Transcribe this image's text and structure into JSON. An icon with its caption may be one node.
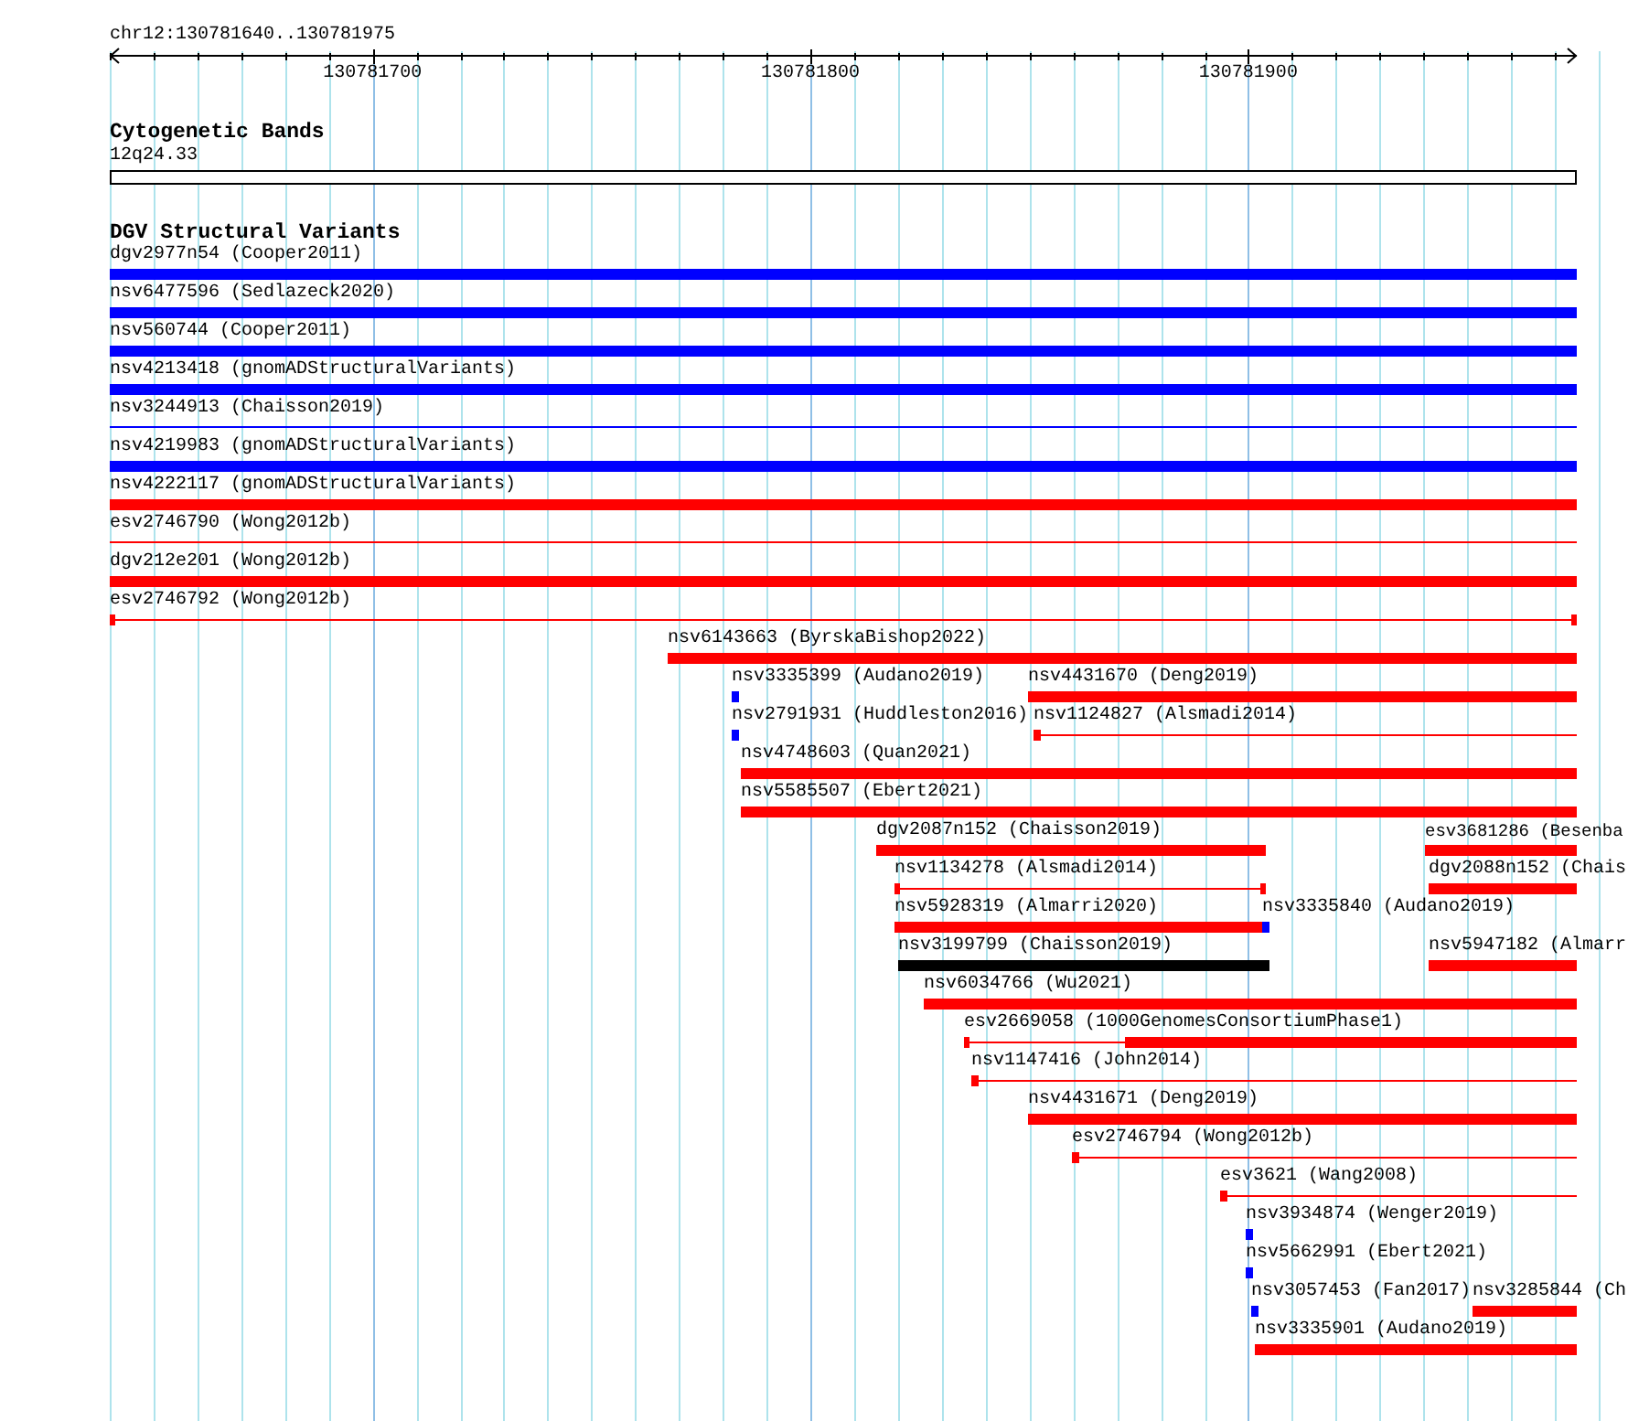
{
  "diagram": {
    "nodes": [
      {
        "text": [
          "12q24.33"
        ]
      },
      {
        "text": [
          "dgv2977n54 (Cooper2011)"
        ]
      },
      {
        "text": [
          "nsv6477596 (Sedlazeck2020)"
        ]
      },
      {
        "text": [
          "nsv560744 (Cooper2011)"
        ]
      },
      {
        "text": [
          "nsv4213418 (gnomADStructuralVariants)"
        ]
      },
      {
        "text": [
          "nsv3244913 (Chaisson2019)"
        ]
      },
      {
        "text": [
          "nsv4219983 (gnomADStructuralVariants)"
        ]
      },
      {
        "text": [
          "nsv4222117 (gnomADStructuralVariants)"
        ]
      },
      {
        "text": [
          "esv2746790 (Wong2012b)"
        ]
      },
      {
        "text": [
          "dgv212e201 (Wong2012b)"
        ]
      },
      {
        "text": [
          "esv2746792 (Wong2012b)"
        ]
      },
      {
        "text": [
          "nsv6143663 (ByrskaBishop2022)"
        ]
      },
      {
        "text": [
          "nsv3335399 (Audano2019)"
        ]
      },
      {
        "text": [
          "nsv4431670 (Deng2019)"
        ]
      },
      {
        "text": [
          "nsv2791931 (Huddleston2016)"
        ]
      },
      {
        "text": [
          "nsv1124827 (Alsmadi2014)"
        ]
      },
      {
        "text": [
          "nsv4748603 (Quan2021)"
        ]
      },
      {
        "text": [
          "nsv5585507 (Ebert2021)"
        ]
      },
      {
        "text": [
          "dgv2087n152 (Chaisson2019)"
        ]
      },
      {
        "text": [
          "esv3681286 (Besenba"
        ]
      },
      {
        "text": [
          "nsv1134278 (Alsmadi2014)"
        ]
      },
      {
        "text": [
          "dgv2088n152 (Chais"
        ]
      },
      {
        "text": [
          "nsv5928319 (Almarri2020)"
        ]
      },
      {
        "text": [
          "nsv3335840 (Audano2019)"
        ]
      },
      {
        "text": [
          "nsv3199799 (Chaisson2019)"
        ]
      },
      {
        "text": [
          "nsv5947182 (Almarr"
        ]
      },
      {
        "text": [
          "nsv6034766 (Wu2021)"
        ]
      },
      {
        "text": [
          "esv2669058 (1000GenomesConsortiumPhase1)"
        ]
      },
      {
        "text": [
          "nsv1147416 (John2014)"
        ]
      },
      {
        "text": [
          "nsv4431671 (Deng2019)"
        ]
      },
      {
        "text": [
          "esv2746794 (Wong2012b)"
        ]
      },
      {
        "text": [
          "esv3621 (Wang2008)"
        ]
      },
      {
        "text": [
          "nsv3934874 (Wenger2019)"
        ]
      },
      {
        "text": [
          "nsv5662991 (Ebert2021)"
        ]
      },
      {
        "text": [
          "nsv3057453 (Fan2017)"
        ]
      },
      {
        "text": [
          "nsv3285844 (Ch"
        ]
      },
      {
        "text": [
          "nsv3335901 (Audano2019)"
        ]
      }
    ],
    "labels": [
      "chr12:130781640..130781975",
      "130781700",
      "130781800",
      "130781900",
      "Cytogenetic Bands",
      "DGV Structural Variants"
    ]
  }
}
